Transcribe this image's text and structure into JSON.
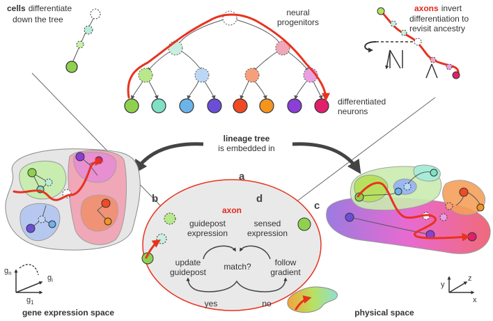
{
  "panel_a": {
    "cells_bold": "cells",
    "cells_rest": "differentiate",
    "cells_line2": "down the tree",
    "progenitors_1": "neural",
    "progenitors_2": "progenitors",
    "neurons_1": "differentiated",
    "neurons_2": "neurons",
    "axons_bold": "axons",
    "axons_rest": "invert",
    "axons_line2": "differentiation to",
    "axons_line3": "revisit ancestry",
    "lineage_bold": "lineage tree",
    "lineage_rest": "is embedded in",
    "label": "a"
  },
  "panel_b": {
    "label": "b",
    "caption": "gene expression space",
    "axis_n": "g",
    "axis_n_sub": "n",
    "axis_i": "g",
    "axis_i_sub": "i",
    "axis_1": "g",
    "axis_1_sub": "1"
  },
  "panel_c": {
    "label": "c",
    "caption": "physical space",
    "axis_y": "y",
    "axis_z": "z",
    "axis_x": "x"
  },
  "panel_d": {
    "label": "d",
    "title": "axon",
    "guidepost_1": "guidepost",
    "guidepost_2": "expression",
    "sensed_1": "sensed",
    "sensed_2": "expression",
    "update_1": "update",
    "update_2": "guidepost",
    "match": "match?",
    "follow_1": "follow",
    "follow_2": "gradient",
    "yes": "yes",
    "no": "no"
  },
  "colors": {
    "axon_red": "#e8321f",
    "leaf_1": "#8fd14f",
    "leaf_2": "#7fe0c4",
    "leaf_3": "#6cb3ea",
    "leaf_4": "#6a4fd6",
    "leaf_5": "#f04a24",
    "leaf_6": "#f5951e",
    "leaf_7": "#8b3fd6",
    "leaf_8": "#e0206a"
  }
}
